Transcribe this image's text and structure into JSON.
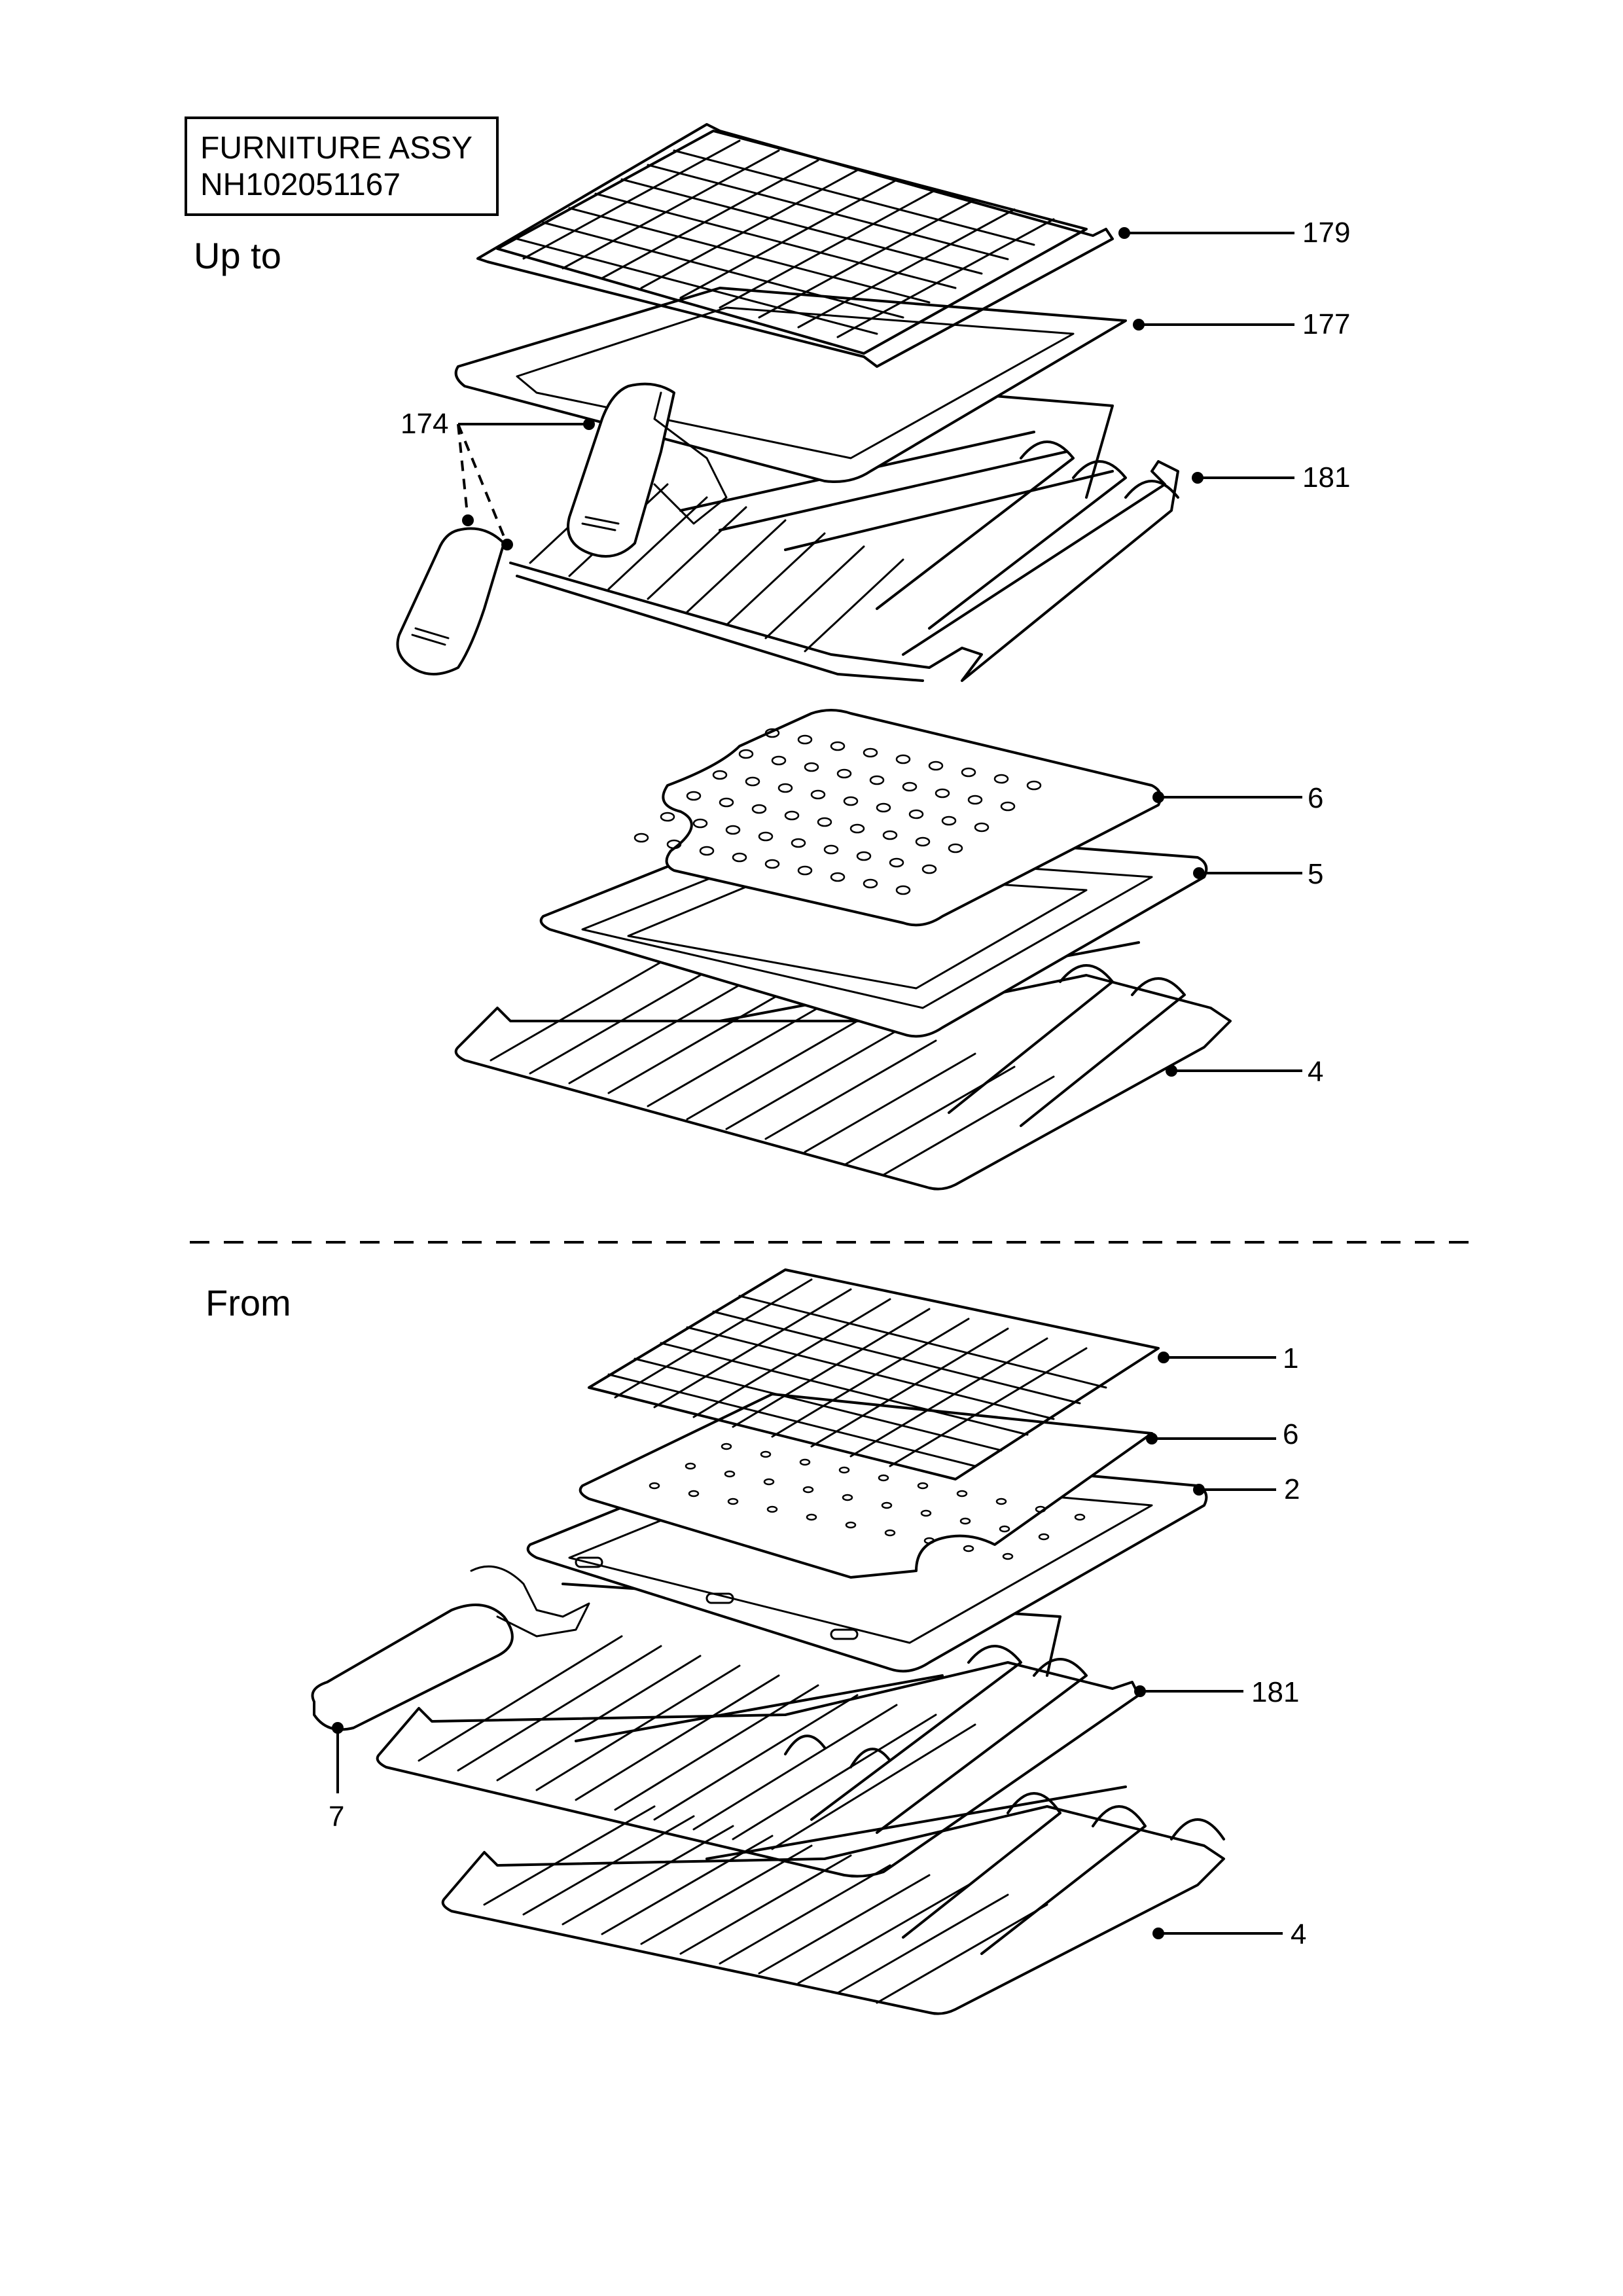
{
  "header": {
    "title_line1": "FURNITURE ASSY",
    "title_line2": "NH102051167"
  },
  "sections": {
    "upper": "Up to",
    "lower": "From"
  },
  "callouts_upper": {
    "wire_shelf": "179",
    "tray": "177",
    "handle": "174",
    "side_runner": "181",
    "grill_plate": "6",
    "grill_pan": "5",
    "runner_rack": "4"
  },
  "callouts_lower": {
    "wire_shelf": "1",
    "grill_plate": "6",
    "grill_pan": "2",
    "side_runner": "181",
    "handle": "7",
    "runner_rack": "4"
  }
}
